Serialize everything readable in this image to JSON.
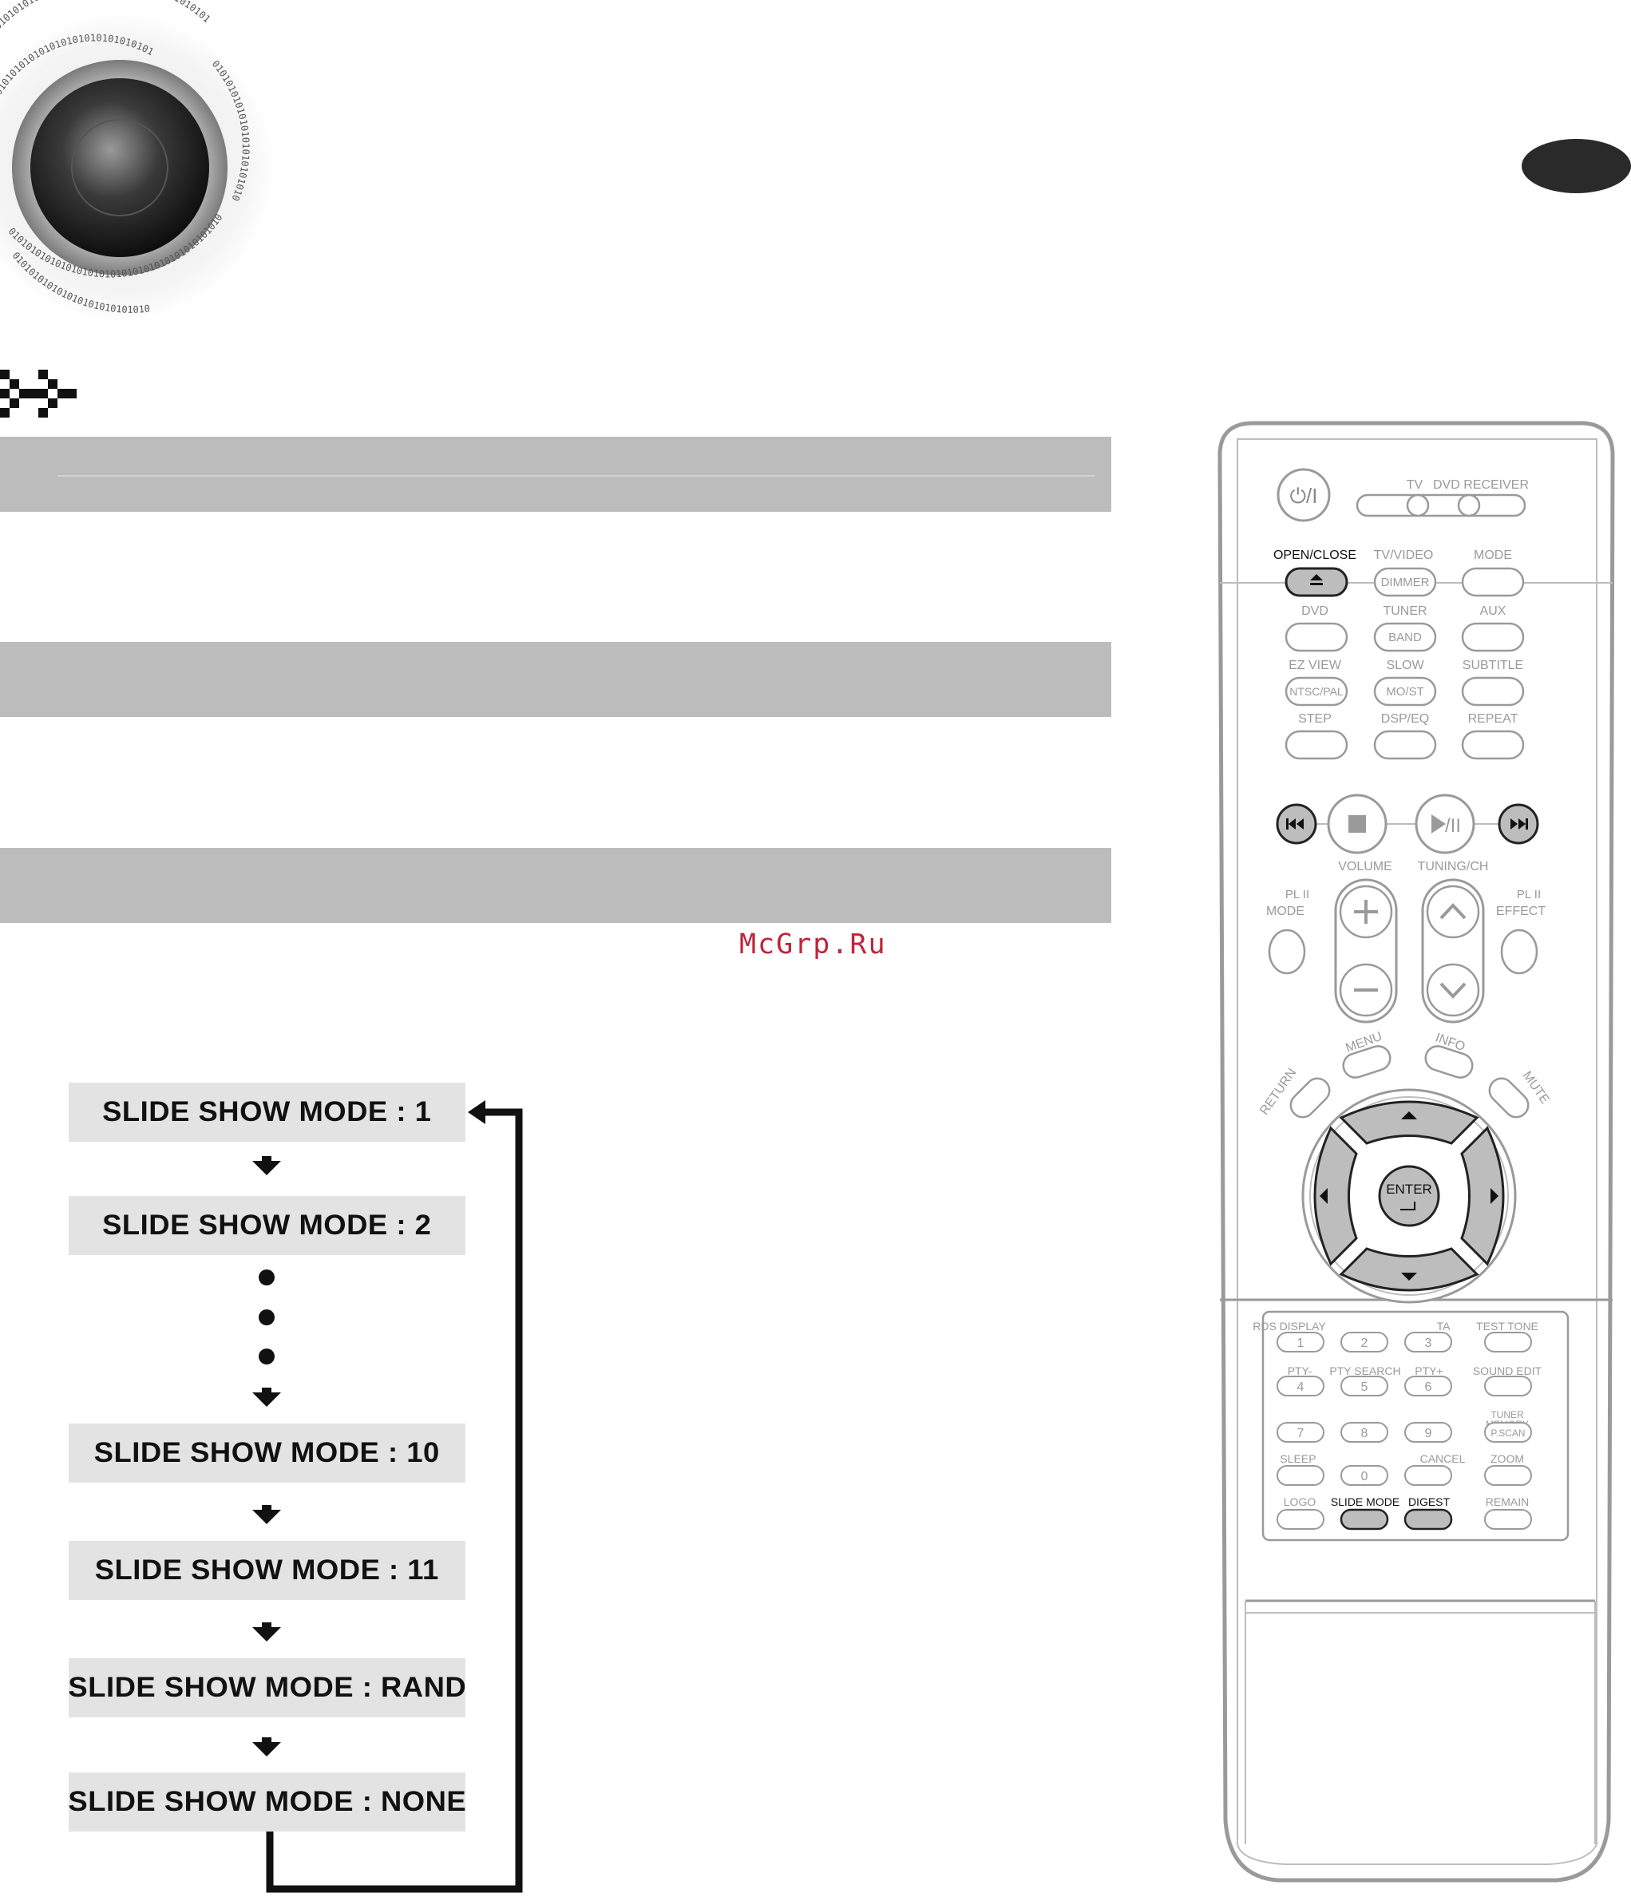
{
  "watermark": "McGrp.Ru",
  "speaker_graphic": {
    "digits_text": "0101010101010101010101010101010101010101010101010101010101010101"
  },
  "flowchart": {
    "boxes": [
      "SLIDE SHOW MODE : 1",
      "SLIDE SHOW MODE : 2",
      "SLIDE SHOW MODE : 10",
      "SLIDE SHOW MODE : 11",
      "SLIDE SHOW MODE : RAND",
      "SLIDE SHOW MODE : NONE"
    ]
  },
  "remote": {
    "power": "⏻/I",
    "tv": "TV",
    "dvd_receiver": "DVD RECEIVER",
    "row1": {
      "open_close": "OPEN/CLOSE",
      "tv_video": "TV/VIDEO",
      "dimmer": "DIMMER",
      "mode": "MODE"
    },
    "row2": {
      "dvd": "DVD",
      "tuner": "TUNER",
      "band": "BAND",
      "aux": "AUX"
    },
    "row3": {
      "ez_view": "EZ VIEW",
      "ntsc_pal": "NTSC/PAL",
      "slow": "SLOW",
      "mo_st": "MO/ST",
      "subtitle": "SUBTITLE"
    },
    "row4": {
      "step": "STEP",
      "dsp_eq": "DSP/EQ",
      "repeat": "REPEAT"
    },
    "volume": "VOLUME",
    "tuning_ch": "TUNING/CH",
    "pl2_mode": [
      "PL II",
      "MODE"
    ],
    "pl2_effect": [
      "PL II",
      "EFFECT"
    ],
    "menu": "MENU",
    "info": "INFO",
    "return": "RETURN",
    "mute": "MUTE",
    "enter": "ENTER",
    "keypad": {
      "rds_display": "RDS DISPLAY",
      "ta": "TA",
      "test_tone": "TEST TONE",
      "pty_minus": "PTY-",
      "pty_search": "PTY SEARCH",
      "pty_plus": "PTY+",
      "sound_edit": "SOUND EDIT",
      "tuner_memory": [
        "TUNER",
        "MEMORY"
      ],
      "p_scan": "P.SCAN",
      "sleep": "SLEEP",
      "cancel": "CANCEL",
      "zoom": "ZOOM",
      "logo": "LOGO",
      "slide_mode": "SLIDE MODE",
      "digest": "DIGEST",
      "remain": "REMAIN",
      "digits": [
        "1",
        "2",
        "3",
        "4",
        "5",
        "6",
        "7",
        "8",
        "9",
        "0"
      ]
    }
  }
}
